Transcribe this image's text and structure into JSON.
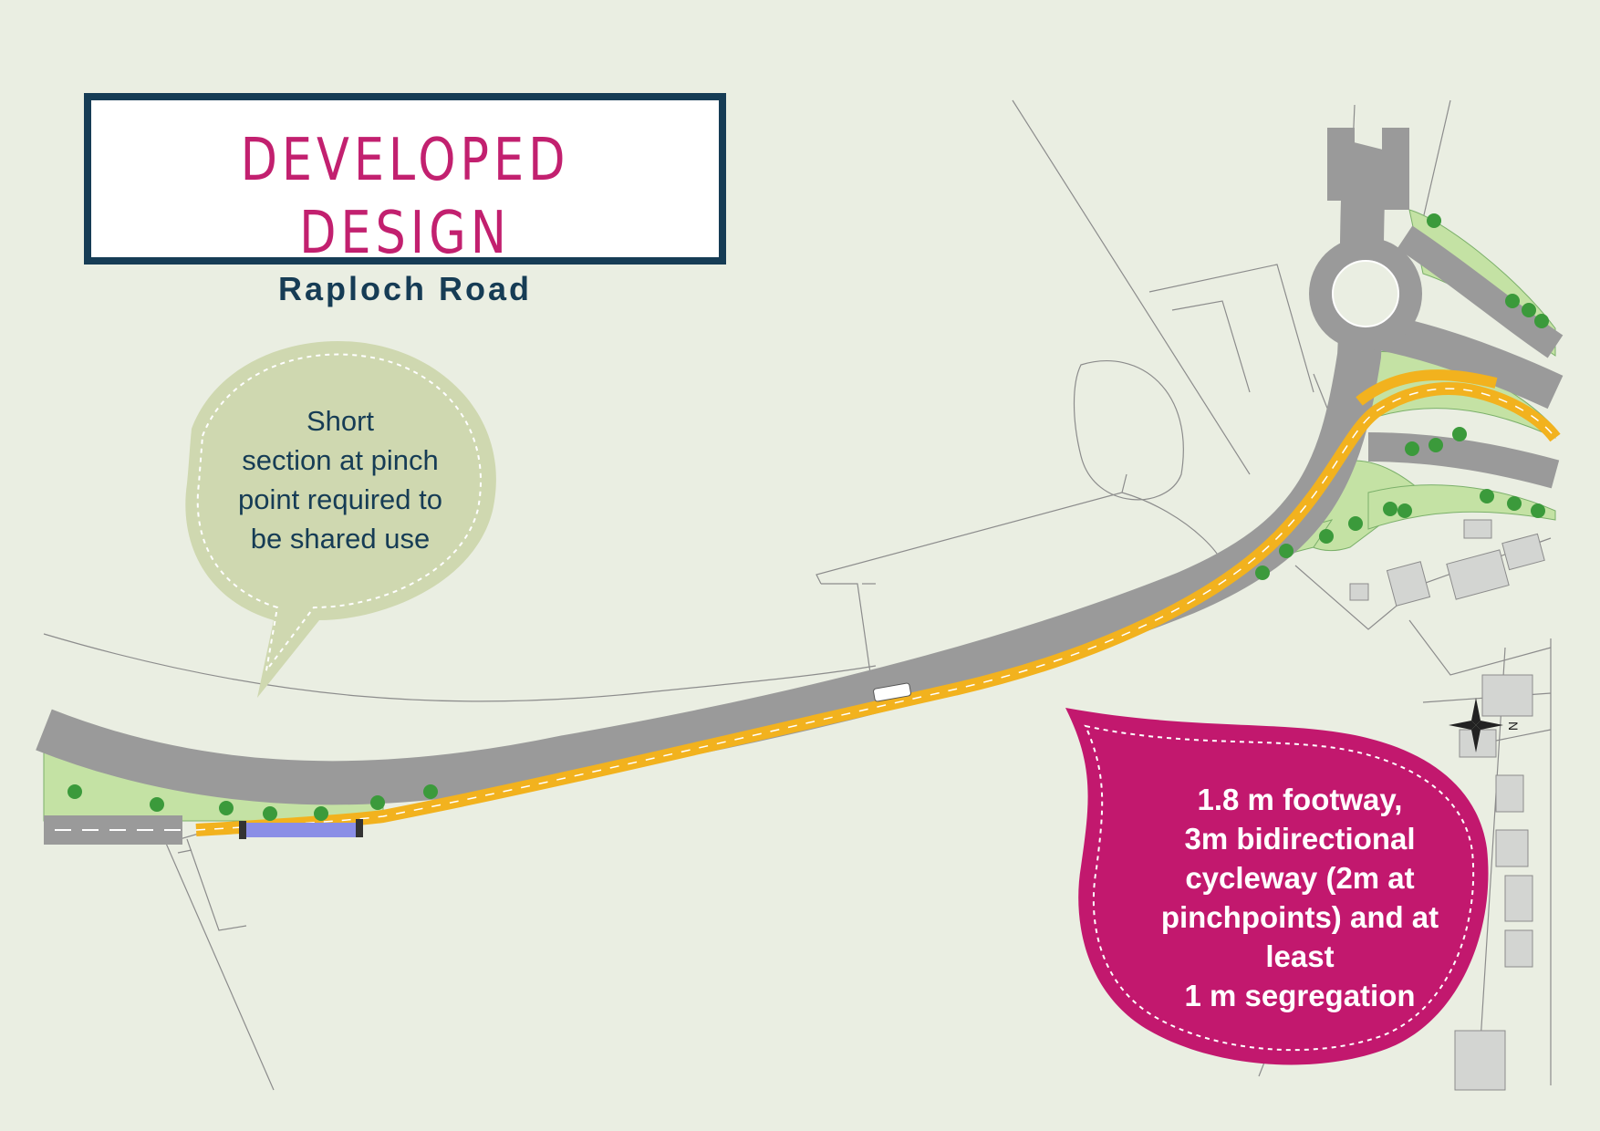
{
  "title": {
    "main": "DEVELOPED DESIGN",
    "sub": "Raploch Road"
  },
  "callouts": {
    "shared_use": "Short section at pinch point required to be shared use",
    "shared_use_lines": [
      "Short",
      "section at pinch",
      "point required to",
      "be shared use"
    ],
    "segregation": "1.8 m footway, 3m bidirectional cycleway (2m at pinchpoints) and at least 1 m segregation",
    "segregation_lines": [
      "1.8 m footway,",
      "3m bidirectional",
      "cycleway (2m at",
      "pinchpoints) and at",
      "least",
      "1 m segregation"
    ]
  },
  "north_arrow": {
    "label": "N"
  },
  "colors": {
    "background": "#eaeee2",
    "road": "#9a9a9a",
    "cycleway": "#f2b21e",
    "shared_use_section": "#8a8ee6",
    "verge": "#c4e2a4",
    "tree": "#3b9a3b",
    "green_callout": "#cfd8b0",
    "pink_callout": "#c2186e",
    "title_border": "#163c55",
    "title_text": "#c2206f"
  },
  "icons": [
    "north-arrow-icon",
    "tree-icon",
    "roundabout-icon",
    "vehicle-icon"
  ]
}
